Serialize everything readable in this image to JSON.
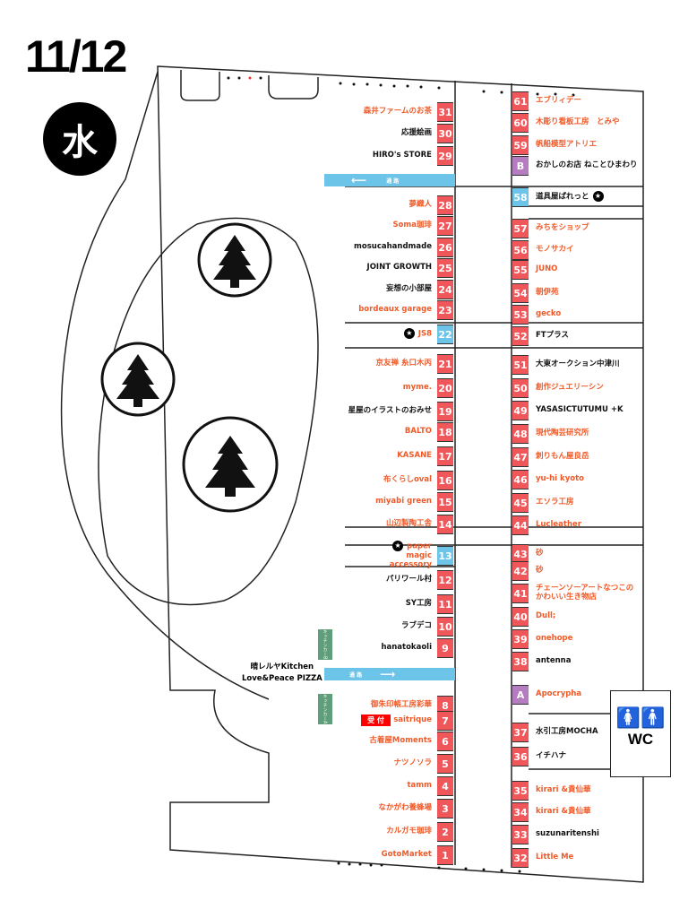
{
  "header": {
    "date": "11/12",
    "weekday": "水"
  },
  "colors": {
    "orange": "#f05a28",
    "black": "#111111",
    "booth_red": "#f0575b",
    "booth_blue": "#6cc4e8",
    "booth_purple": "#b57cc0",
    "kitchen_green": "#5e9e7a"
  },
  "passages": [
    {
      "label": "通 路",
      "direction": "left"
    },
    {
      "label": "通 路",
      "direction": "right"
    }
  ],
  "kitchen_cars": [
    {
      "label": "キッチンカーB"
    },
    {
      "label": "キッチンカーA"
    }
  ],
  "kitchen_text": [
    "晴レルヤKitchen",
    "Love&Peace PIZZA"
  ],
  "reception": "受 付",
  "wc": {
    "label": "WC",
    "icon": "restroom-icon"
  },
  "left_booths": [
    {
      "no": "31",
      "name": "森井ファームのお茶",
      "color": "orange",
      "box": "red"
    },
    {
      "no": "30",
      "name": "応援絵画",
      "color": "black",
      "box": "red"
    },
    {
      "no": "29",
      "name": "HIRO's STORE",
      "color": "black",
      "box": "red"
    },
    {
      "no": "28",
      "name": "夢織人",
      "color": "orange",
      "box": "red"
    },
    {
      "no": "27",
      "name": "Soma珈琲",
      "color": "orange",
      "box": "red"
    },
    {
      "no": "26",
      "name": "mosucahandmade",
      "color": "black",
      "box": "red"
    },
    {
      "no": "25",
      "name": "JOINT GROWTH",
      "color": "black",
      "box": "red"
    },
    {
      "no": "24",
      "name": "妄想の小部屋",
      "color": "black",
      "box": "red"
    },
    {
      "no": "23",
      "name": "bordeaux garage",
      "color": "orange",
      "box": "red"
    },
    {
      "no": "22",
      "name": "JS8",
      "color": "orange",
      "box": "blue",
      "star": true
    },
    {
      "no": "21",
      "name": "京友禅 糸口木丙",
      "color": "orange",
      "box": "red"
    },
    {
      "no": "20",
      "name": "myme.",
      "color": "orange",
      "box": "red"
    },
    {
      "no": "19",
      "name": "星屋のイラストのおみせ",
      "color": "black",
      "box": "red"
    },
    {
      "no": "18",
      "name": "BALTO",
      "color": "orange",
      "box": "red"
    },
    {
      "no": "17",
      "name": "KASANE",
      "color": "orange",
      "box": "red"
    },
    {
      "no": "16",
      "name": "布くらしoval",
      "color": "orange",
      "box": "red"
    },
    {
      "no": "15",
      "name": "miyabi green",
      "color": "orange",
      "box": "red"
    },
    {
      "no": "14",
      "name": "山辺製陶工舎",
      "color": "orange",
      "box": "red"
    },
    {
      "no": "13",
      "name": "paper magic accessory",
      "color": "orange",
      "box": "blue",
      "star": true
    },
    {
      "no": "12",
      "name": "パリワール村",
      "color": "black",
      "box": "red"
    },
    {
      "no": "11",
      "name": "SY工房",
      "color": "black",
      "box": "red"
    },
    {
      "no": "10",
      "name": "ラブデコ",
      "color": "black",
      "box": "red"
    },
    {
      "no": "9",
      "name": "hanatokaoli",
      "color": "black",
      "box": "red"
    },
    {
      "no": "8",
      "name": "御朱印帳工房彩華",
      "color": "orange",
      "box": "red"
    },
    {
      "no": "7",
      "name": "saitrique",
      "color": "orange",
      "box": "red"
    },
    {
      "no": "6",
      "name": "古着屋Moments",
      "color": "orange",
      "box": "red"
    },
    {
      "no": "5",
      "name": "ナツノソラ",
      "color": "orange",
      "box": "red"
    },
    {
      "no": "4",
      "name": "tamm",
      "color": "orange",
      "box": "red"
    },
    {
      "no": "3",
      "name": "なかがわ養蜂場",
      "color": "orange",
      "box": "red"
    },
    {
      "no": "2",
      "name": "カルガモ珈琲",
      "color": "orange",
      "box": "red"
    },
    {
      "no": "1",
      "name": "GotoMarket",
      "color": "orange",
      "box": "red"
    }
  ],
  "right_booths": [
    {
      "no": "61",
      "name": "エブリィデー",
      "color": "orange",
      "box": "red"
    },
    {
      "no": "60",
      "name": "木彫り看板工房　とみや",
      "color": "orange",
      "box": "red"
    },
    {
      "no": "59",
      "name": "帆船模型アトリエ",
      "color": "orange",
      "box": "red"
    },
    {
      "no": "B",
      "name": "おかしのお店 ねことひまわり",
      "color": "black",
      "box": "purple"
    },
    {
      "no": "58",
      "name": "道具屋ぱれっと",
      "color": "black",
      "box": "blue",
      "star": true
    },
    {
      "no": "57",
      "name": "みちをショップ",
      "color": "orange",
      "box": "red"
    },
    {
      "no": "56",
      "name": "モノサカイ",
      "color": "orange",
      "box": "red"
    },
    {
      "no": "55",
      "name": "JUNO",
      "color": "orange",
      "box": "red"
    },
    {
      "no": "54",
      "name": "朝伊苑",
      "color": "orange",
      "box": "red"
    },
    {
      "no": "53",
      "name": "gecko",
      "color": "orange",
      "box": "red"
    },
    {
      "no": "52",
      "name": "FTプラス",
      "color": "black",
      "box": "red"
    },
    {
      "no": "51",
      "name": "大東オークション中津川",
      "color": "black",
      "box": "red"
    },
    {
      "no": "50",
      "name": "創作ジュエリーシン",
      "color": "orange",
      "box": "red"
    },
    {
      "no": "49",
      "name": "YASASICTUTUMU +K",
      "color": "black",
      "box": "red"
    },
    {
      "no": "48",
      "name": "現代陶芸研究所",
      "color": "orange",
      "box": "red"
    },
    {
      "no": "47",
      "name": "刺りもん屋良岳",
      "color": "orange",
      "box": "red"
    },
    {
      "no": "46",
      "name": "yu-hi kyoto",
      "color": "orange",
      "box": "red"
    },
    {
      "no": "45",
      "name": "エソラ工房",
      "color": "orange",
      "box": "red"
    },
    {
      "no": "44",
      "name": "Lucleather",
      "color": "orange",
      "box": "red"
    },
    {
      "no": "43",
      "name": "砂",
      "color": "orange",
      "box": "red"
    },
    {
      "no": "42",
      "name": "砂",
      "color": "orange",
      "box": "red"
    },
    {
      "no": "41",
      "name": "チェーンソーアートなつこの かわいい生き物店",
      "color": "orange",
      "box": "red"
    },
    {
      "no": "40",
      "name": "Dull;",
      "color": "orange",
      "box": "red"
    },
    {
      "no": "39",
      "name": "onehope",
      "color": "orange",
      "box": "red"
    },
    {
      "no": "38",
      "name": "antenna",
      "color": "black",
      "box": "red"
    },
    {
      "no": "A",
      "name": "Apocrypha",
      "color": "orange",
      "box": "purple"
    },
    {
      "no": "37",
      "name": "水引工房MOCHA",
      "color": "black",
      "box": "red"
    },
    {
      "no": "36",
      "name": "イチハナ",
      "color": "black",
      "box": "red"
    },
    {
      "no": "35",
      "name": "kirari &貴仙華",
      "color": "orange",
      "box": "red"
    },
    {
      "no": "34",
      "name": "kirari &貴仙華",
      "color": "orange",
      "box": "red"
    },
    {
      "no": "33",
      "name": "suzunaritenshi",
      "color": "black",
      "box": "red"
    },
    {
      "no": "32",
      "name": "Little Me",
      "color": "orange",
      "box": "red"
    }
  ]
}
